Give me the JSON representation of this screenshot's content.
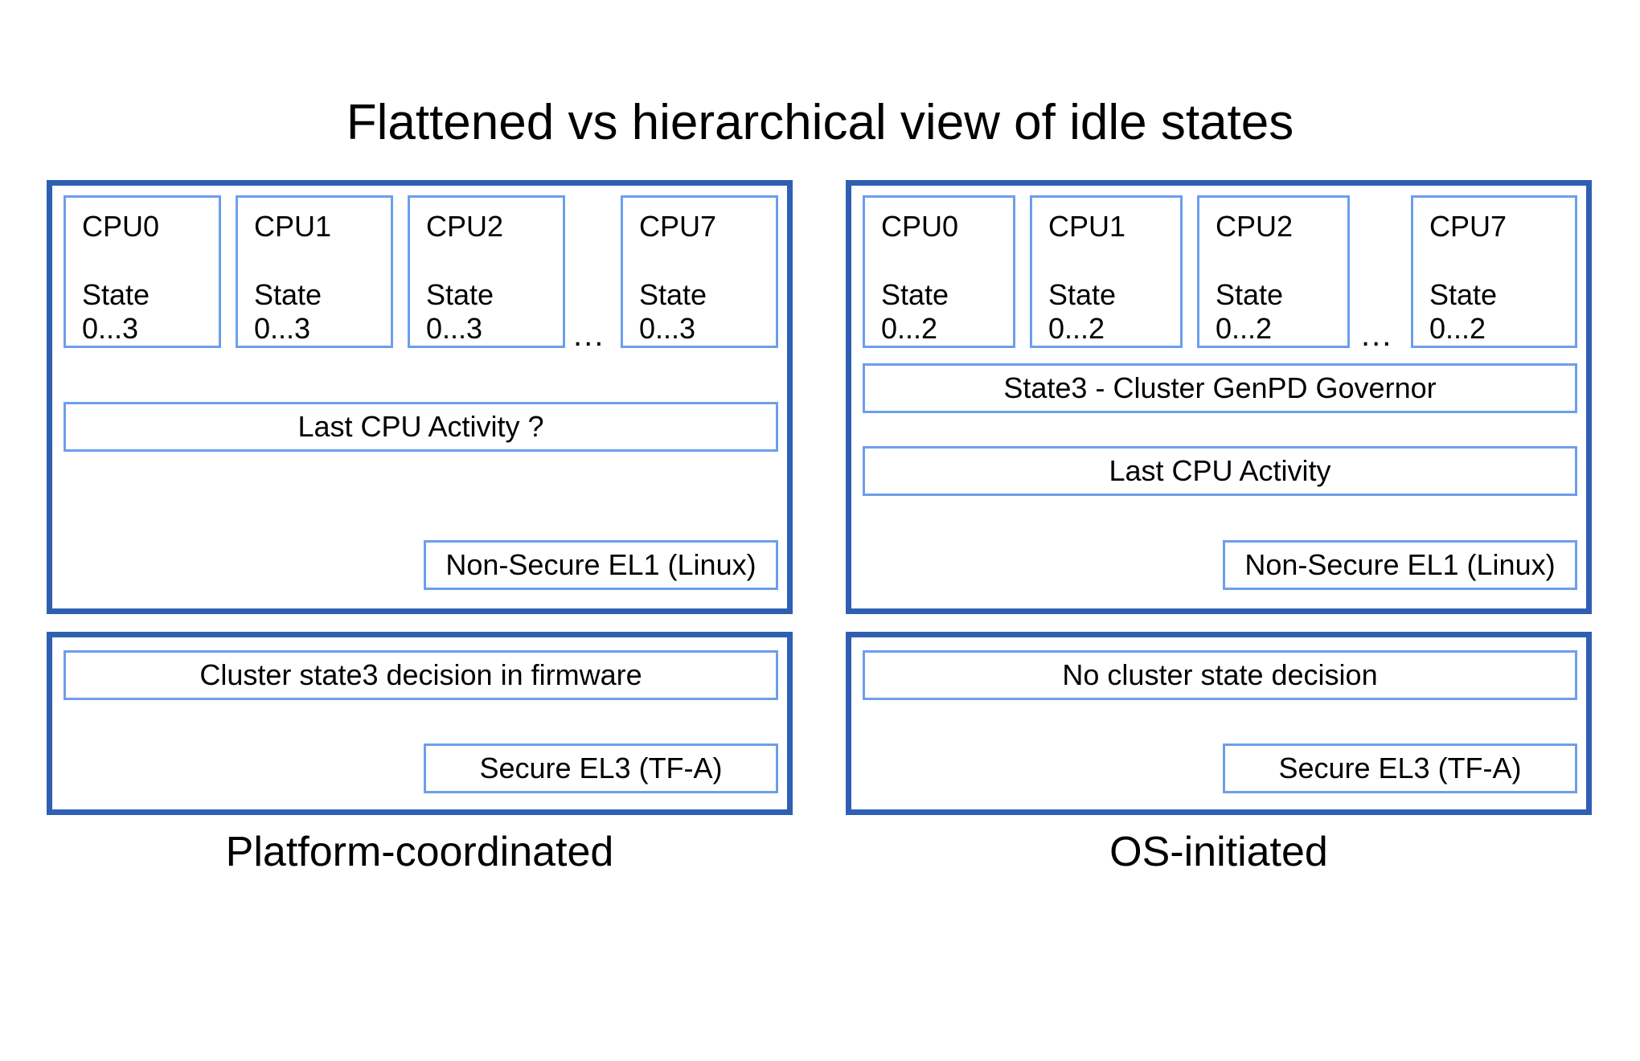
{
  "title": "Flattened vs hierarchical view of idle states",
  "colors": {
    "panel_border": "#2f5fb3",
    "box_border": "#6d9eeb",
    "background": "#ffffff",
    "text": "#000000"
  },
  "columns": [
    {
      "caption": "Platform-coordinated",
      "non_secure": {
        "cpus": [
          {
            "name": "CPU0",
            "state_label": "State",
            "state_range": "0...3"
          },
          {
            "name": "CPU1",
            "state_label": "State",
            "state_range": "0...3"
          },
          {
            "name": "CPU2",
            "state_label": "State",
            "state_range": "0...3"
          },
          {
            "name": "CPU7",
            "state_label": "State",
            "state_range": "0...3"
          }
        ],
        "ellipsis": "...",
        "bars": [
          "Last CPU Activity ?"
        ],
        "exception_level": "Non-Secure EL1 (Linux)"
      },
      "secure": {
        "bars": [
          "Cluster state3 decision in firmware"
        ],
        "exception_level": "Secure EL3 (TF-A)"
      }
    },
    {
      "caption": "OS-initiated",
      "non_secure": {
        "cpus": [
          {
            "name": "CPU0",
            "state_label": "State",
            "state_range": "0...2"
          },
          {
            "name": "CPU1",
            "state_label": "State",
            "state_range": "0...2"
          },
          {
            "name": "CPU2",
            "state_label": "State",
            "state_range": "0...2"
          },
          {
            "name": "CPU7",
            "state_label": "State",
            "state_range": "0...2"
          }
        ],
        "ellipsis": "...",
        "bars": [
          "State3 - Cluster GenPD Governor",
          "Last CPU Activity"
        ],
        "exception_level": "Non-Secure EL1 (Linux)"
      },
      "secure": {
        "bars": [
          "No cluster state decision"
        ],
        "exception_level": "Secure EL3 (TF-A)"
      }
    }
  ]
}
